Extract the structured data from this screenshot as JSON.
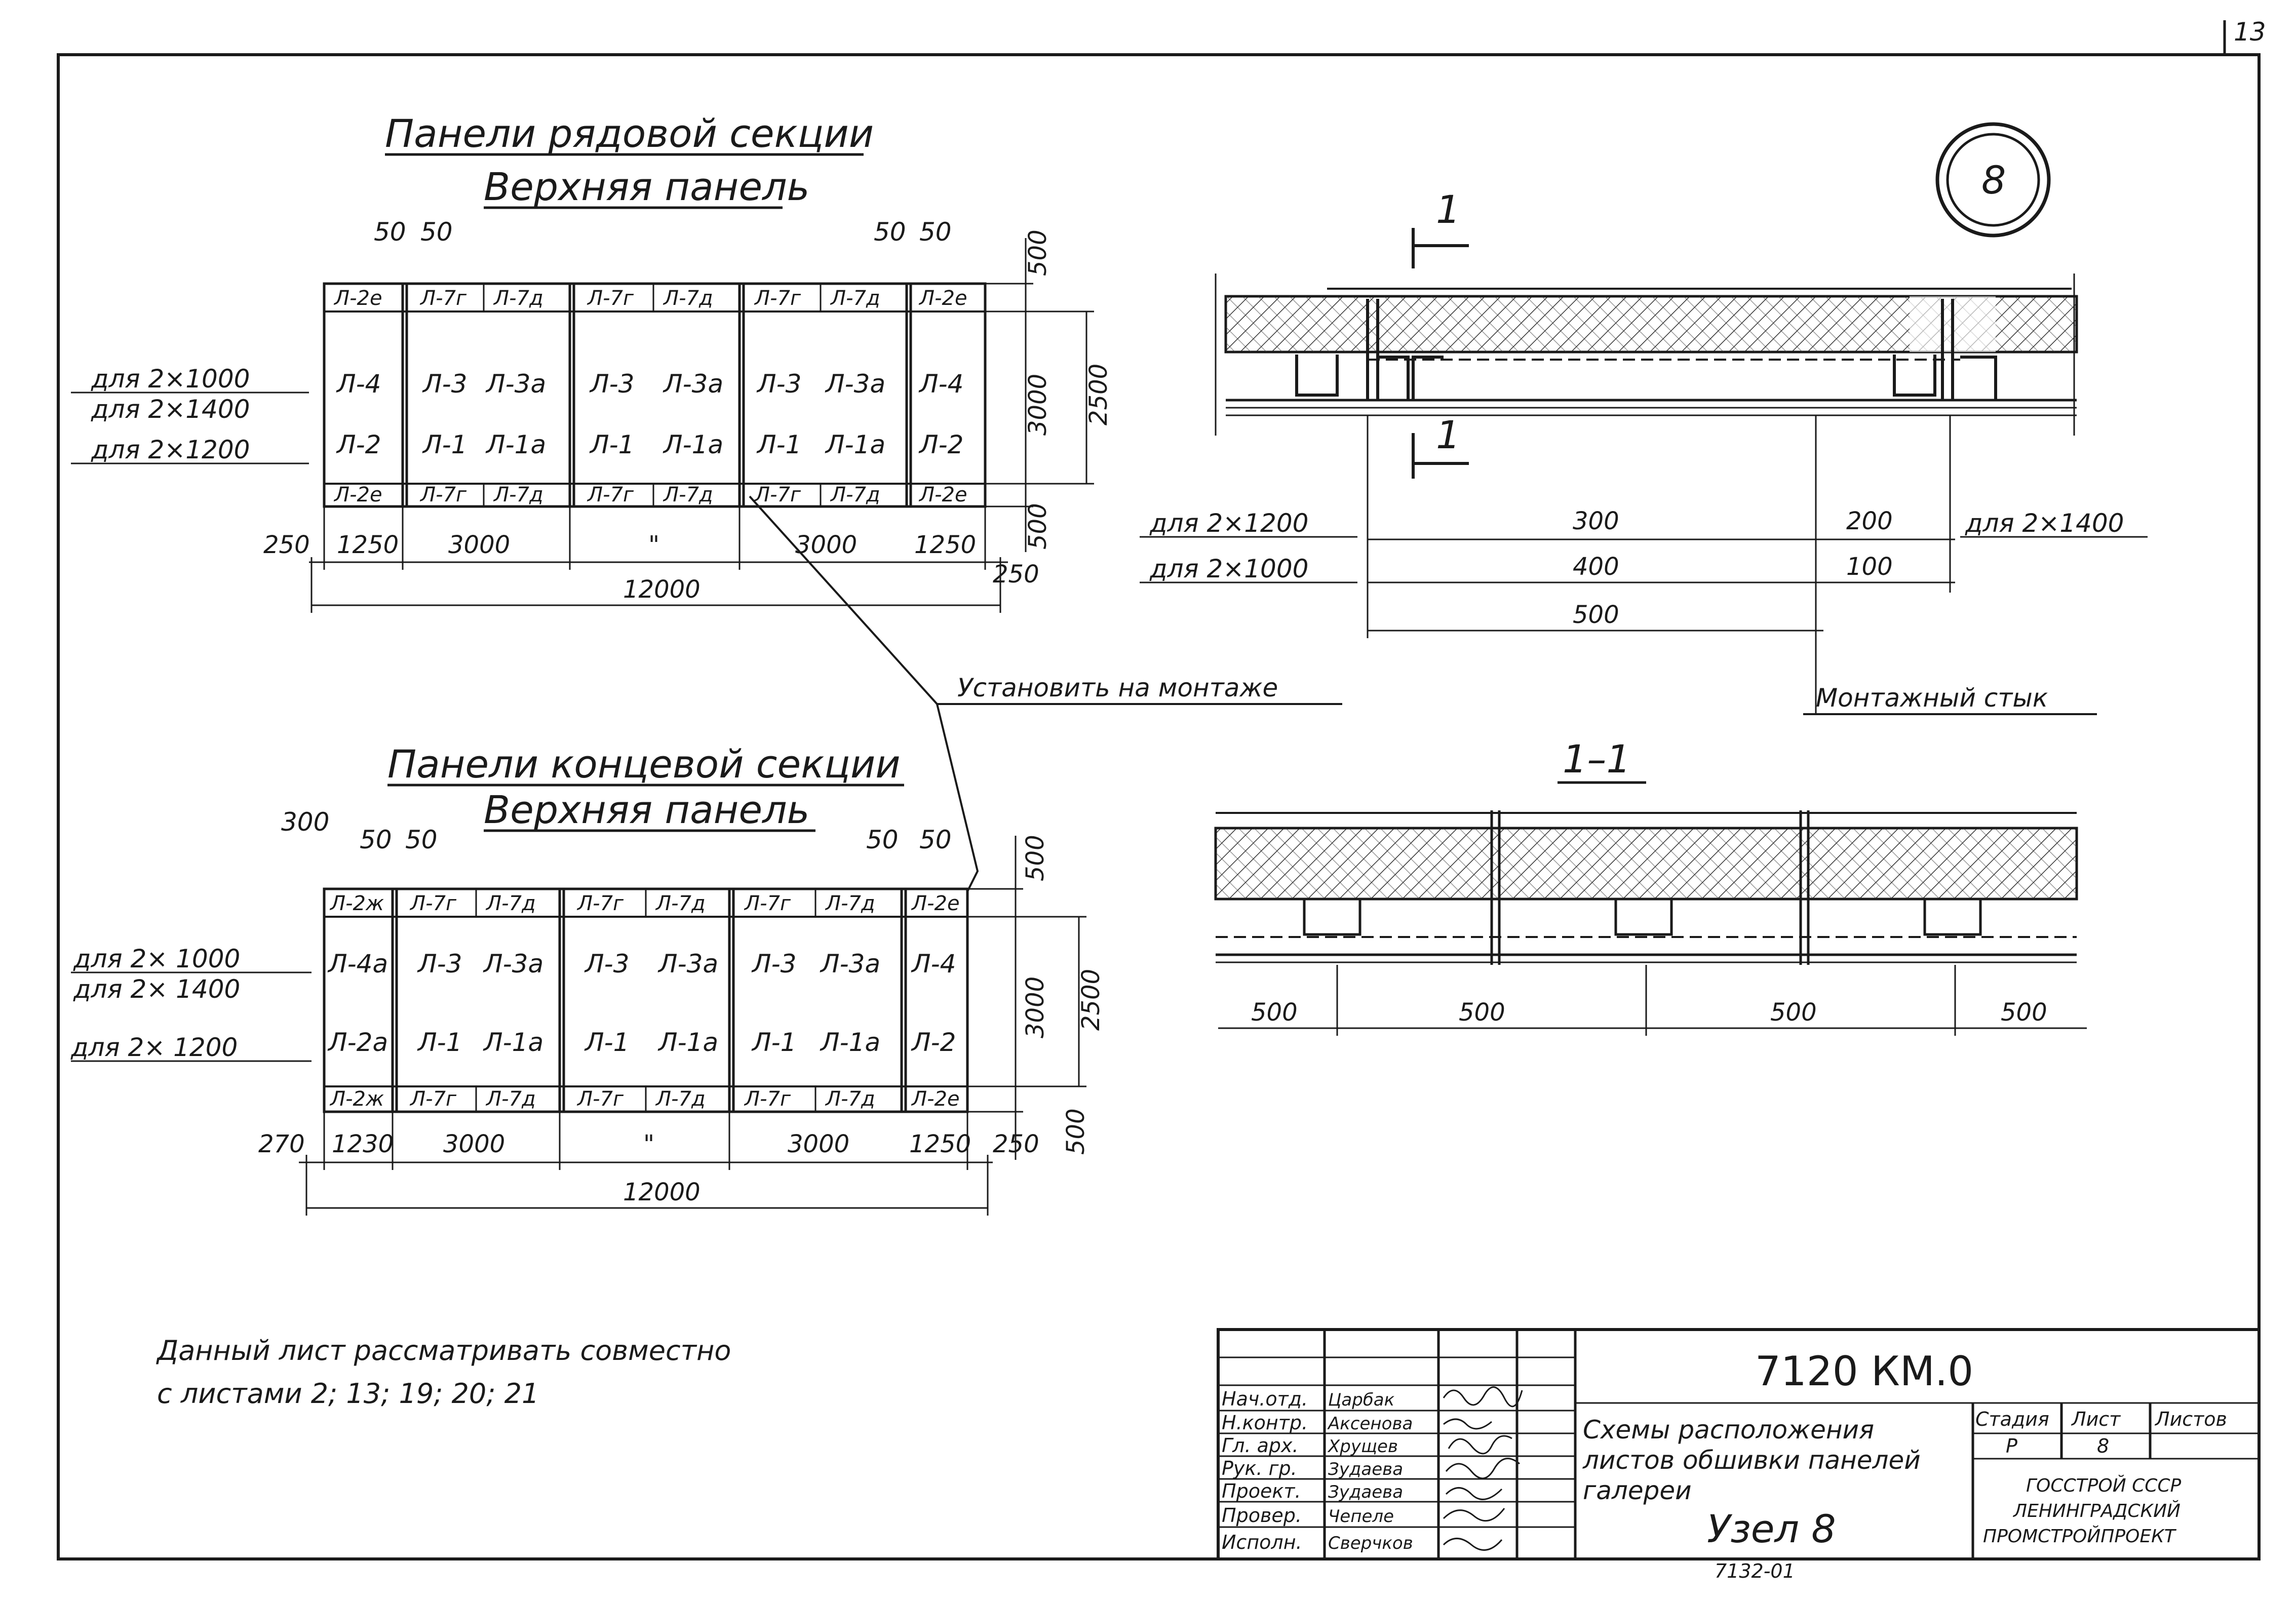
{
  "page_number": "13",
  "node_marker": "8",
  "row_section": {
    "title": "Панели рядовой секции",
    "subtitle": "Верхняя панель",
    "labels": [
      "для 2×1000",
      "для 2×1400",
      "для 2×1200"
    ],
    "top_dims": [
      "50",
      "50",
      "50",
      "50"
    ],
    "top_row": [
      "Л-2е",
      "Л-7г",
      "Л-7д",
      "Л-7г",
      "Л-7д",
      "Л-7г",
      "Л-7д",
      "Л-2е"
    ],
    "mid_row_a": [
      "Л-4",
      "Л-3",
      "Л-3а",
      "Л-3",
      "Л-3а",
      "Л-3",
      "Л-3а",
      "Л-4"
    ],
    "mid_row_b": [
      "Л-2",
      "Л-1",
      "Л-1а",
      "Л-1",
      "Л-1а",
      "Л-1",
      "Л-1а",
      "Л-2"
    ],
    "bot_row": [
      "Л-2е",
      "Л-7г",
      "Л-7д",
      "Л-7г",
      "Л-7д",
      "Л-7г",
      "Л-7д",
      "Л-2е"
    ],
    "bottom_dims": [
      "250",
      "1250",
      "3000",
      "\"",
      "3000",
      "1250",
      "250"
    ],
    "total": "12000",
    "right_dims": [
      "500",
      "3000",
      "2500",
      "500"
    ]
  },
  "end_section": {
    "title": "Панели концевой секции",
    "subtitle": "Верхняя панель",
    "labels": [
      "для 2× 1000",
      "для 2× 1400",
      "для 2× 1200"
    ],
    "top_dims": [
      "300",
      "50",
      "50",
      "50",
      "50"
    ],
    "top_row": [
      "Л-2ж",
      "Л-7г",
      "Л-7д",
      "Л-7г",
      "Л-7д",
      "Л-7г",
      "Л-7д",
      "Л-2е"
    ],
    "mid_row_a": [
      "Л-4а",
      "Л-3",
      "Л-3а",
      "Л-3",
      "Л-3а",
      "Л-3",
      "Л-3а",
      "Л-4"
    ],
    "mid_row_b": [
      "Л-2а",
      "Л-1",
      "Л-1а",
      "Л-1",
      "Л-1а",
      "Л-1",
      "Л-1а",
      "Л-2"
    ],
    "bot_row": [
      "Л-2ж",
      "Л-7г",
      "Л-7д",
      "Л-7г",
      "Л-7д",
      "Л-7г",
      "Л-7д",
      "Л-2е"
    ],
    "bottom_dims": [
      "270",
      "1230",
      "3000",
      "\"",
      "3000",
      "1250",
      "250"
    ],
    "total": "12000",
    "right_dims": [
      "500",
      "3000",
      "2500",
      "500"
    ]
  },
  "install_note": "Установить на монтаже",
  "node_detail": {
    "cut_mark": "1",
    "label_1200": "для 2×1200",
    "label_1000": "для 2×1000",
    "label_1400": "для 2×1400",
    "dim_300": "300",
    "dim_200": "200",
    "dim_400": "400",
    "dim_100": "100",
    "dim_500": "500",
    "joint_label": "Монтажный стык"
  },
  "section_1_1": {
    "title": "1–1",
    "dims": [
      "500",
      "500",
      "500",
      "500"
    ]
  },
  "note": {
    "line1": "Данный лист рассматривать совместно",
    "line2": "с листами 2; 13; 19; 20; 21"
  },
  "title_block": {
    "roles": [
      "Нач.отд.",
      "Н.контр.",
      "Гл. арх.",
      "Рук. гр.",
      "Проект.",
      "Провер.",
      "Исполн."
    ],
    "names": [
      "Царбак",
      "Аксенова",
      "Хрущев",
      "Зудаева",
      "Зудаева",
      "Чепеле",
      "Сверчков"
    ],
    "code": "7120 КМ.0",
    "description_1": "Схемы расположения",
    "description_2": "листов обшивки панелей",
    "description_3": "галереи",
    "node": "Узел 8",
    "stage_h": "Стадия",
    "sheet_h": "Лист",
    "sheets_h": "Листов",
    "stage": "Р",
    "sheet": "8",
    "org_1": "ГОССТРОЙ СССР",
    "org_2": "ЛЕНИНГРАДСКИЙ",
    "org_3": "ПРОМСТРОЙПРОЕКТ"
  },
  "footer_code": "7132-01"
}
